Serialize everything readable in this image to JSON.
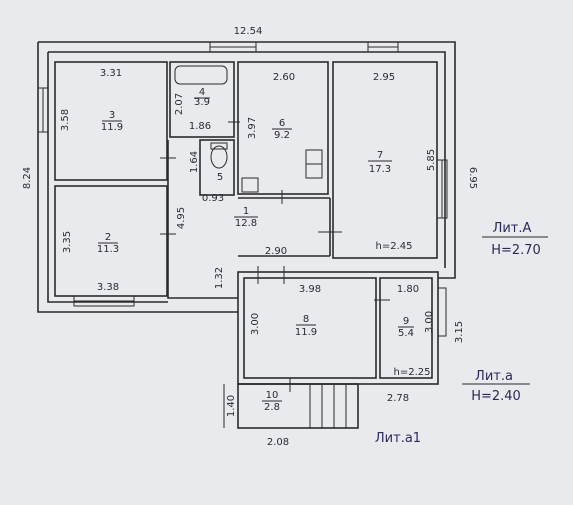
{
  "overall": {
    "width": "12.54",
    "height": "8.24",
    "right_height": "6.95"
  },
  "rooms": [
    {
      "num": "1",
      "area": "12.8"
    },
    {
      "num": "2",
      "area": "11.3"
    },
    {
      "num": "3",
      "area": "11.9"
    },
    {
      "num": "4",
      "area": "3.9"
    },
    {
      "num": "5",
      "area": ""
    },
    {
      "num": "6",
      "area": "9.2"
    },
    {
      "num": "7",
      "area": "17.3"
    },
    {
      "num": "8",
      "area": "11.9"
    },
    {
      "num": "9",
      "area": "5.4"
    },
    {
      "num": "10",
      "area": "2.8"
    }
  ],
  "dims": {
    "d331": "3.31",
    "d358": "3.58",
    "d207": "2.07",
    "d186": "1.86",
    "d260": "2.60",
    "d397": "3.97",
    "d295": "2.95",
    "d585": "5.85",
    "d164": "1.64",
    "d093": "0.93",
    "d495": "4.95",
    "d335": "3.35",
    "d338": "3.38",
    "d132": "1.32",
    "d290": "2.90",
    "d398": "3.98",
    "d180": "1.80",
    "d300a": "3.00",
    "d300b": "3.00",
    "d315": "3.15",
    "d140": "1.40",
    "d208": "2.08",
    "d278": "2.78"
  },
  "heights": {
    "main": "h=2.45",
    "annex": "h=2.25"
  },
  "liters": {
    "a_title": "Лит.А",
    "a_height": "H=2.70",
    "small_title": "Лит.а",
    "small_height": "H=2.40",
    "a1_title": "Лит.а1"
  }
}
